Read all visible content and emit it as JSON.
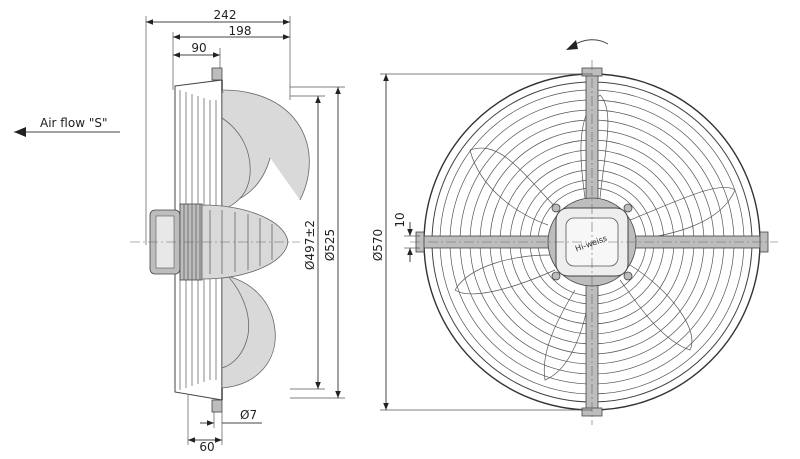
{
  "labels": {
    "airflow": "Air flow \"S\"",
    "dim_242": "242",
    "dim_198": "198",
    "dim_90": "90",
    "dim_60": "60",
    "dim_phi7": "Ø7",
    "dim_phi497": "Ø497±2",
    "dim_phi525": "Ø525",
    "dim_phi570": "Ø570",
    "dim_10": "10",
    "logo": "Hi-weiss"
  },
  "colors": {
    "line": "#444444",
    "blade_fill": "#d9d9d9",
    "part_fill": "#bdbdbd"
  },
  "icons": {
    "rotation": "rotation-arrow-icon",
    "airflow": "left-arrow-icon"
  }
}
